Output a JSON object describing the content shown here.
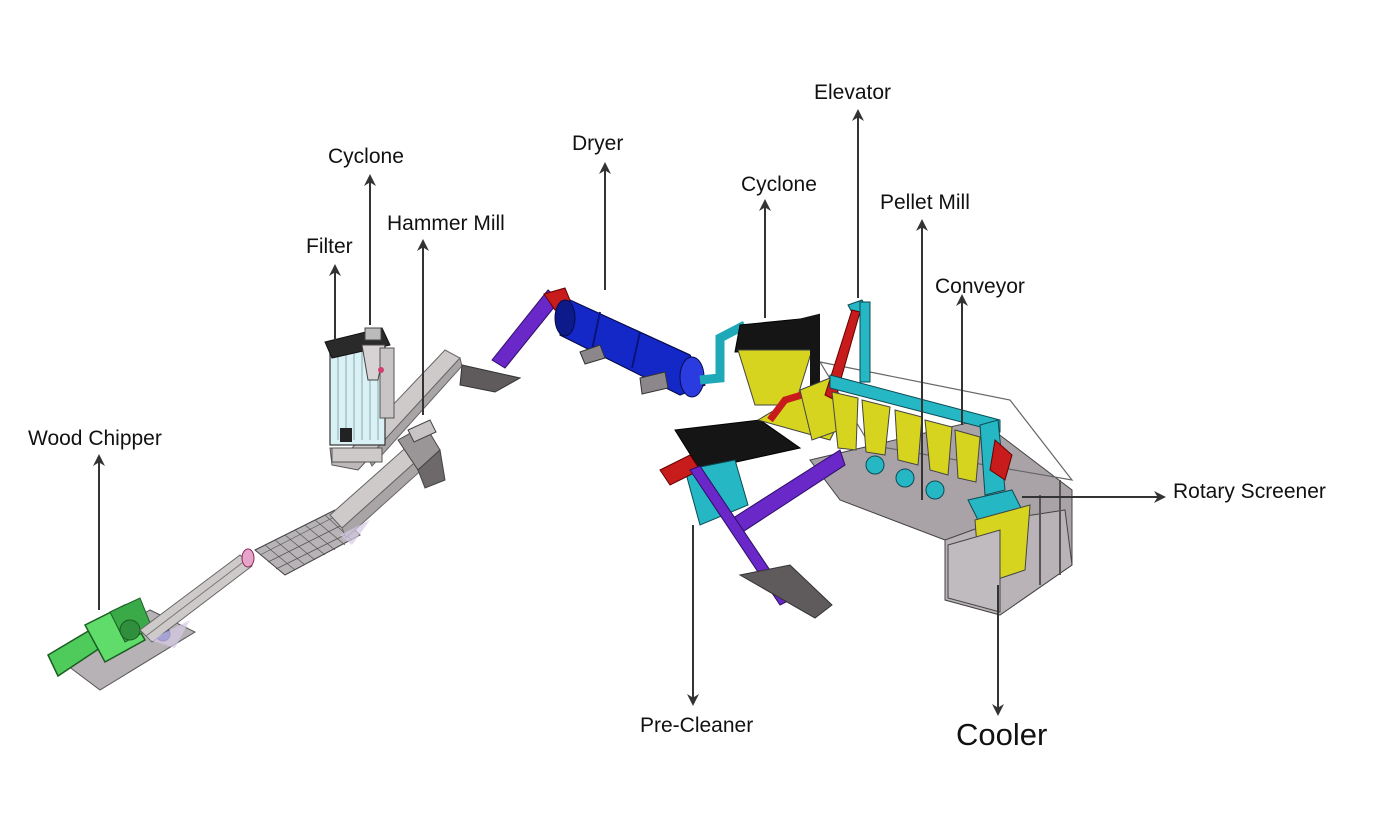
{
  "labels": {
    "wood_chipper": "Wood Chipper",
    "filter": "Filter",
    "cyclone_left": "Cyclone",
    "hammer_mill": "Hammer Mill",
    "dryer": "Dryer",
    "cyclone_right": "Cyclone",
    "elevator": "Elevator",
    "pellet_mill": "Pellet Mill",
    "conveyor": "Conveyor",
    "rotary_screener": "Rotary Screener",
    "pre_cleaner": "Pre-Cleaner",
    "cooler": "Cooler"
  },
  "colors": {
    "arrow": "#333333",
    "chipper": "#4ecb5a",
    "conveyor_frame": "#c8c3c3",
    "duct": "#6a28c8",
    "dryer": "#1428c8",
    "cyclone_body": "#151515",
    "cyclone_cone": "#d6d41e",
    "teal": "#26b7c4",
    "red": "#d02020",
    "platform": "#a9a3a8",
    "filter_bags": "#d9f0f4"
  }
}
